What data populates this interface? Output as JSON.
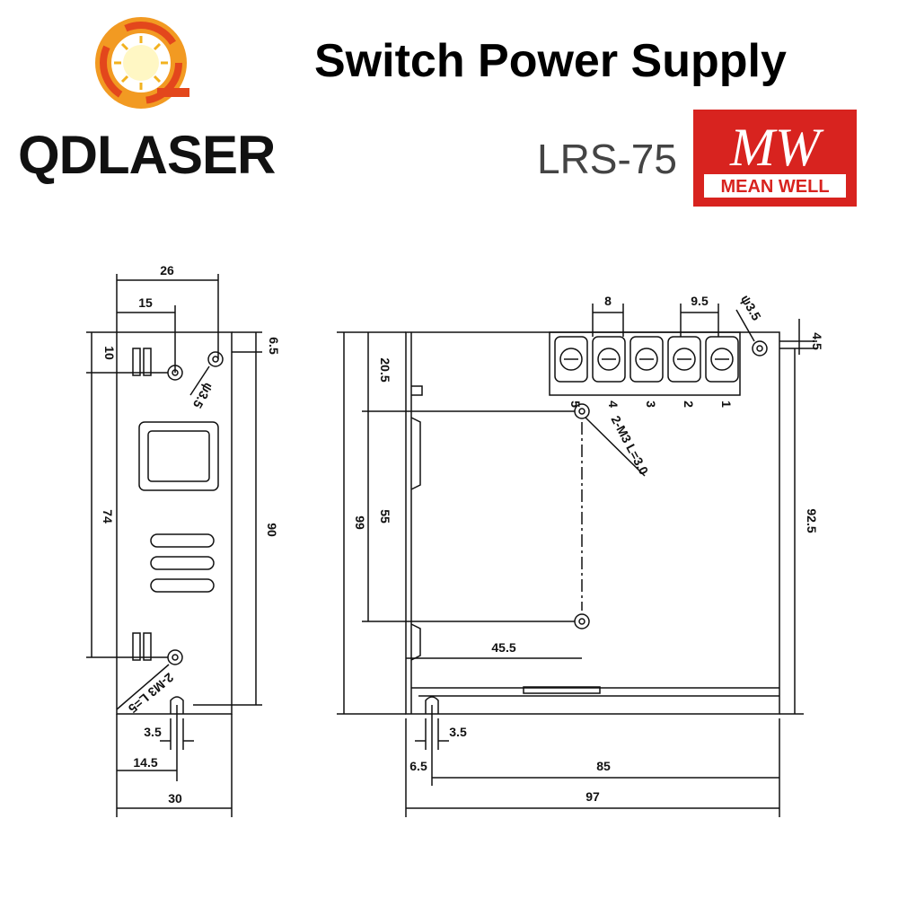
{
  "header": {
    "title": "Switch Power Supply",
    "model": "LRS-75",
    "brand": "QDLASER",
    "mw_logo_mark": "MW",
    "mw_logo_text": "MEAN WELL"
  },
  "colors": {
    "mw_red": "#d8231f",
    "sun_orange": "#f29a22",
    "sun_red": "#e3471c",
    "line": "#111111"
  },
  "side_view": {
    "dims": {
      "top_width": "26",
      "top_offset": "15",
      "top_hole": "10",
      "right_top": "6.5",
      "hole_dia": "ψ3.5",
      "left_height": "74",
      "right_height": "90",
      "screw_note": "2-M3 L=5",
      "bottom_slot": "3.5",
      "bottom_offset": "14.5",
      "bottom_width": "30"
    }
  },
  "front_view": {
    "dims": {
      "terminal_pitch_a": "8",
      "terminal_pitch_b": "9.5",
      "hole_dia": "ψ3.5",
      "top_right": "4.5",
      "top_offset": "20.5",
      "screw_spacing": "55",
      "overall_height": "99",
      "right_height": "92.5",
      "screw_note": "2-M3 L=3.0",
      "screw_x": "45.5",
      "slot": "3.5",
      "left_offset": "6.5",
      "inner_width": "85",
      "overall_width": "97"
    },
    "terminals": [
      "5",
      "4",
      "3",
      "2",
      "1"
    ]
  }
}
